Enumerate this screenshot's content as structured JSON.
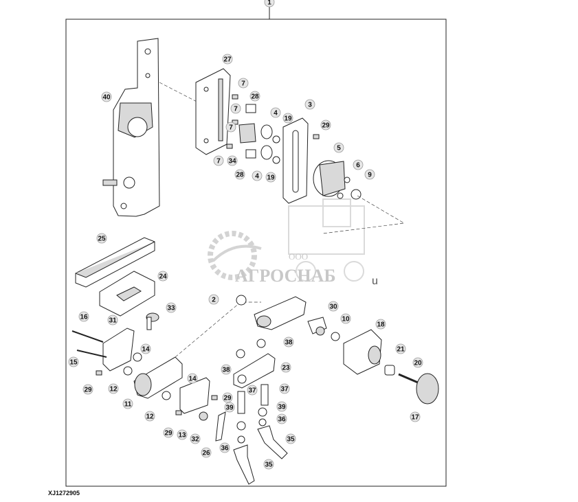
{
  "drawing_code": "XJ1272905",
  "watermark": {
    "company_prefix": "ООО",
    "company_name": "АГРОСНАБ",
    "suffix": "u"
  },
  "callouts": [
    {
      "label": "1"
    },
    {
      "label": "27"
    },
    {
      "label": "7"
    },
    {
      "label": "28"
    },
    {
      "label": "40"
    },
    {
      "label": "7"
    },
    {
      "label": "4"
    },
    {
      "label": "19"
    },
    {
      "label": "3"
    },
    {
      "label": "29"
    },
    {
      "label": "7"
    },
    {
      "label": "5"
    },
    {
      "label": "7"
    },
    {
      "label": "34"
    },
    {
      "label": "4"
    },
    {
      "label": "19"
    },
    {
      "label": "6"
    },
    {
      "label": "28"
    },
    {
      "label": "9"
    },
    {
      "label": "25"
    },
    {
      "label": "24"
    },
    {
      "label": "2"
    },
    {
      "label": "33"
    },
    {
      "label": "16"
    },
    {
      "label": "31"
    },
    {
      "label": "30"
    },
    {
      "label": "10"
    },
    {
      "label": "18"
    },
    {
      "label": "38"
    },
    {
      "label": "14"
    },
    {
      "label": "15"
    },
    {
      "label": "23"
    },
    {
      "label": "29"
    },
    {
      "label": "12"
    },
    {
      "label": "38"
    },
    {
      "label": "21"
    },
    {
      "label": "20"
    },
    {
      "label": "14"
    },
    {
      "label": "11"
    },
    {
      "label": "37"
    },
    {
      "label": "37"
    },
    {
      "label": "29"
    },
    {
      "label": "39"
    },
    {
      "label": "39"
    },
    {
      "label": "12"
    },
    {
      "label": "36"
    },
    {
      "label": "17"
    },
    {
      "label": "29"
    },
    {
      "label": "13"
    },
    {
      "label": "32"
    },
    {
      "label": "35"
    },
    {
      "label": "26"
    },
    {
      "label": "36"
    },
    {
      "label": "35"
    }
  ]
}
